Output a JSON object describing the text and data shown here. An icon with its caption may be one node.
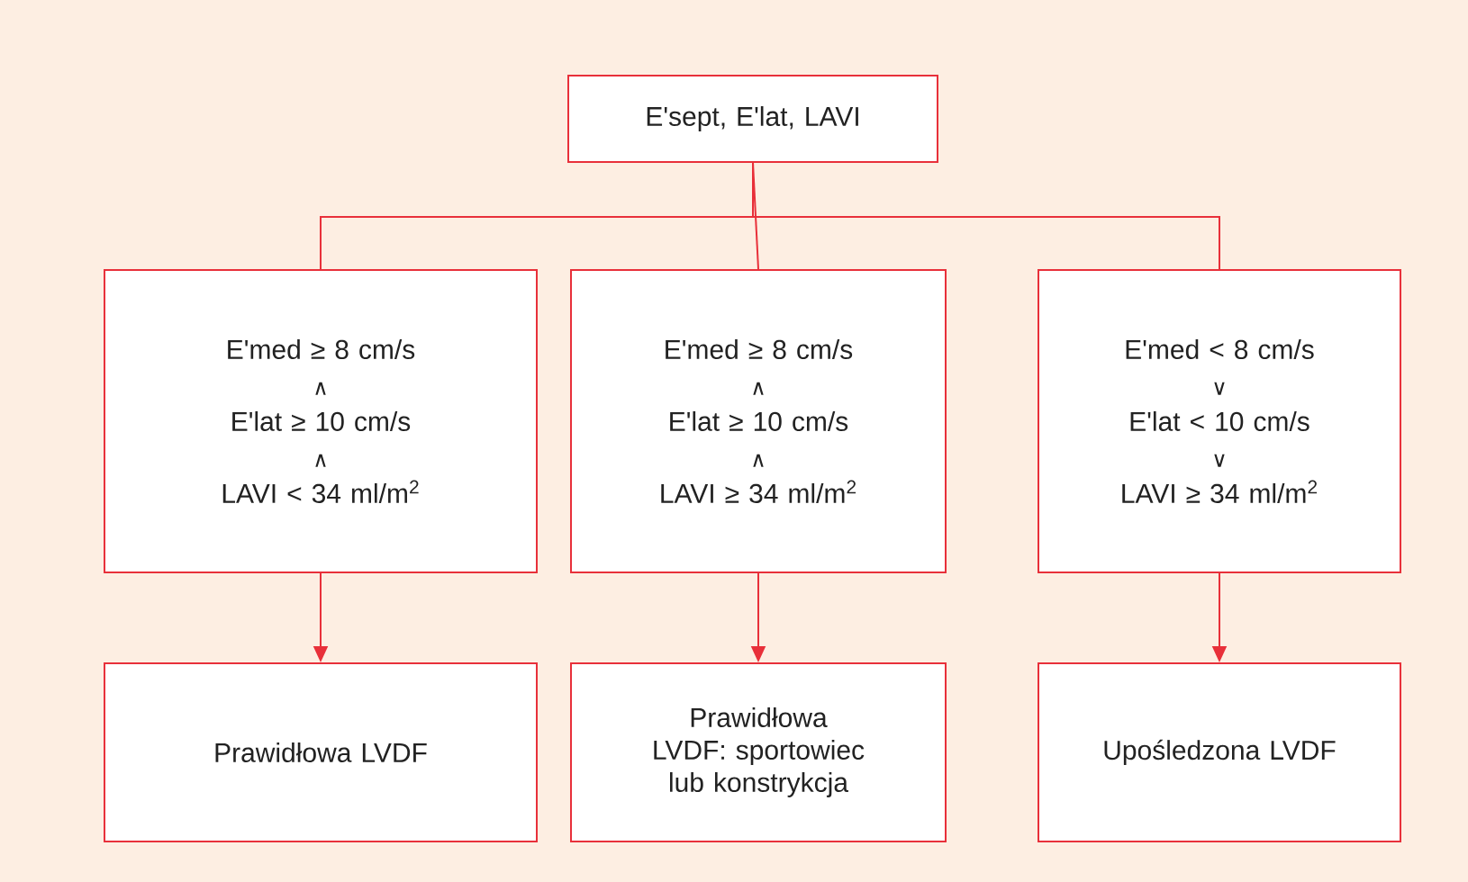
{
  "diagram": {
    "nodes": [
      {
        "text": [
          "E'sept, E'lat, LAVI"
        ]
      },
      {
        "text": [
          "E'med ≥ 8 cm/s",
          "∧",
          "E'lat ≥ 10 cm/s",
          "∧",
          "LAVI < 34 ml/m$^{2}$"
        ]
      },
      {
        "text": [
          "E'med ≥ 8 cm/s",
          "∧",
          "E'lat ≥ 10 cm/s",
          "∧",
          "LAVI ≥ 34 ml/m$^{2}$"
        ]
      },
      {
        "text": [
          "E'med < 8 cm/s",
          "∨",
          "E'lat < 10 cm/s",
          "∨",
          "LAVI ≥ 34 ml/m$^{2}$"
        ]
      },
      {
        "text": [
          "Prawidłowa LVDF"
        ]
      },
      {
        "text": [
          "Prawidłowa LVDF: sportowiec lub konstrykcja"
        ]
      },
      {
        "text": [
          "Upośledzona LVDF"
        ]
      }
    ],
    "edges": [
      {
        "from": 0,
        "to": 1,
        "arrow": "none"
      },
      {
        "from": 0,
        "to": 2,
        "arrow": "none"
      },
      {
        "from": 0,
        "to": 3,
        "arrow": "none"
      },
      {
        "from": 1,
        "to": 4,
        "arrow": "to"
      },
      {
        "from": 2,
        "to": 5,
        "arrow": "to"
      },
      {
        "from": 3,
        "to": 6,
        "arrow": "to"
      }
    ]
  }
}
